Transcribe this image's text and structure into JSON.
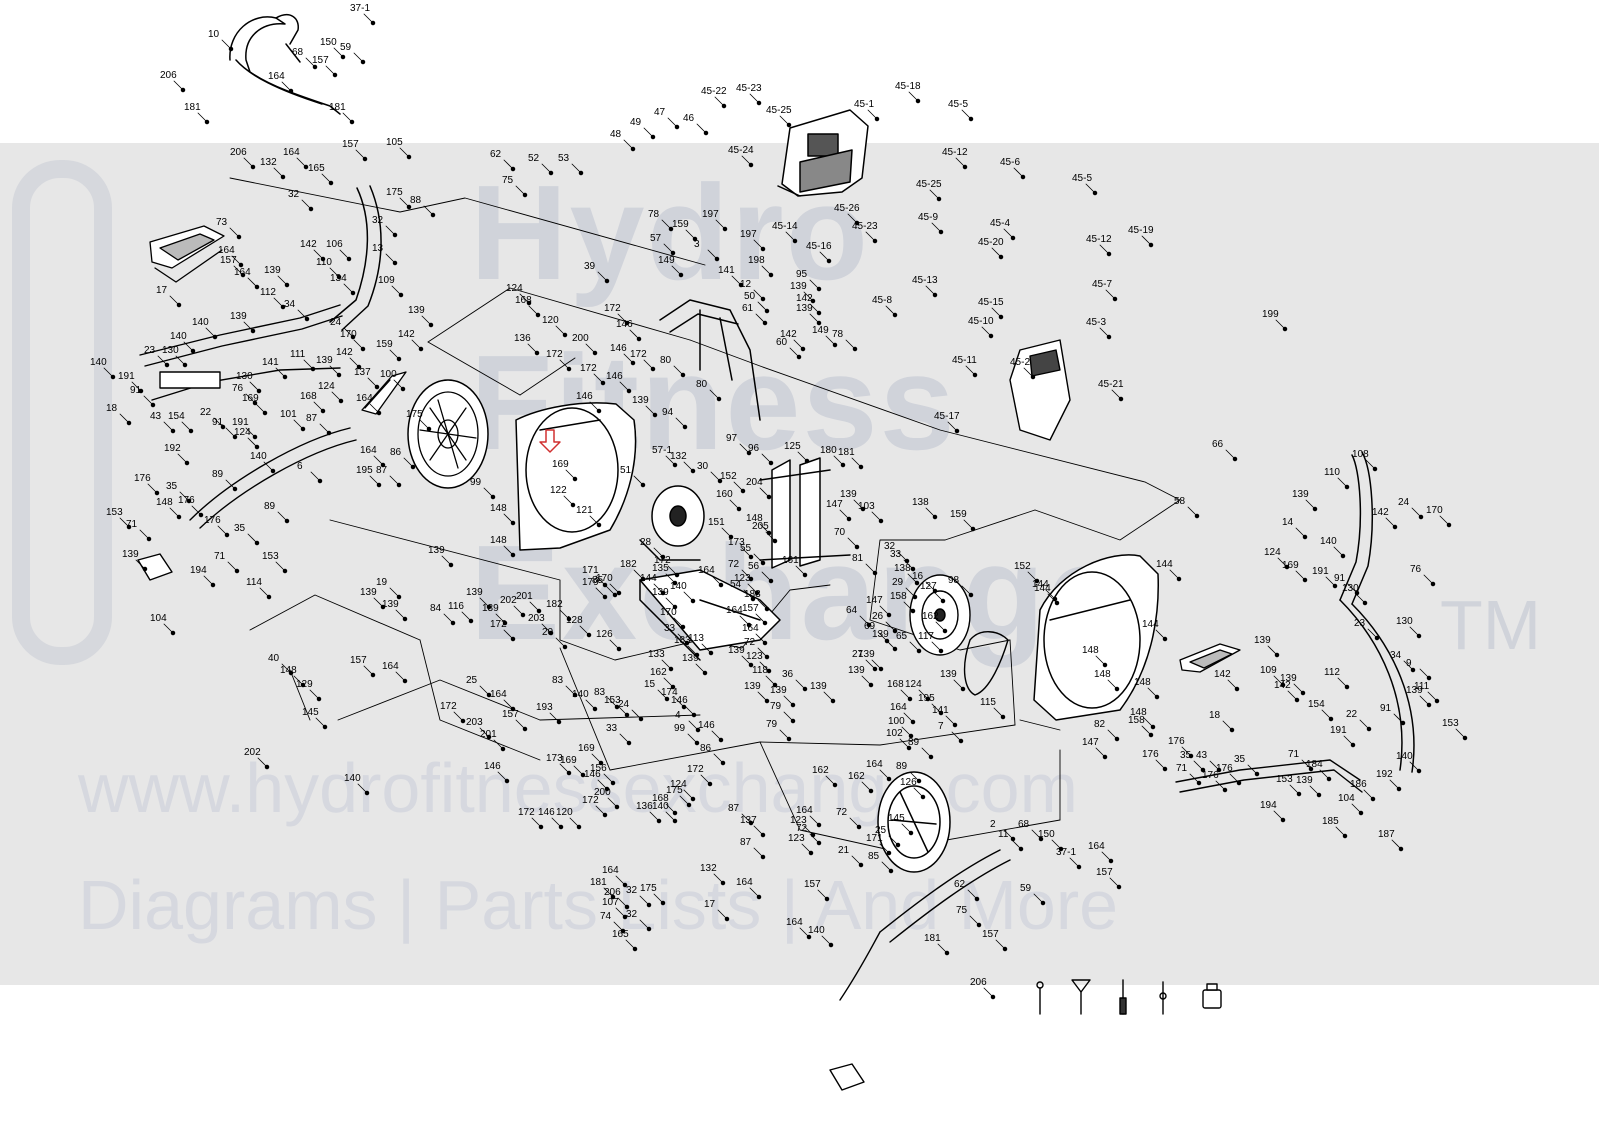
{
  "watermark": {
    "brand_line1": "Hydro",
    "brand_line2": "Fitness",
    "brand_line3": "Exchange",
    "trademark": "TM",
    "url": "www.hydrofitnessexchange.com",
    "tagline": "Diagrams | Parts Lists | And More"
  },
  "part_labels": [
    "37-1",
    "10",
    "68",
    "150",
    "59",
    "157",
    "164",
    "206",
    "181",
    "181",
    "157",
    "206",
    "164",
    "105",
    "132",
    "165",
    "32",
    "175",
    "88",
    "32",
    "106",
    "13",
    "142",
    "73",
    "164",
    "157",
    "164",
    "139",
    "110",
    "134",
    "17",
    "109",
    "112",
    "34",
    "140",
    "140",
    "139",
    "24",
    "139",
    "170",
    "159",
    "142",
    "111",
    "139",
    "142",
    "140",
    "23",
    "130",
    "191",
    "91",
    "141",
    "76",
    "130",
    "137",
    "100",
    "164",
    "124",
    "168",
    "169",
    "18",
    "43",
    "154",
    "22",
    "91",
    "191",
    "124",
    "101",
    "87",
    "175",
    "192",
    "140",
    "164",
    "86",
    "89",
    "87",
    "195",
    "6",
    "89",
    "99",
    "176",
    "35",
    "153",
    "176",
    "71",
    "139",
    "176",
    "35",
    "153",
    "104",
    "194",
    "71",
    "114",
    "148",
    "52",
    "53",
    "62",
    "75",
    "49",
    "48",
    "47",
    "46",
    "45-22",
    "45-23",
    "45-25",
    "45-24",
    "45-1",
    "45-18",
    "45-5",
    "45-12",
    "45-26",
    "45-14",
    "45-16",
    "45-23",
    "45-25",
    "45-9",
    "45-6",
    "45-4",
    "45-5",
    "45-12",
    "45-19",
    "78",
    "57",
    "149",
    "39",
    "159",
    "197",
    "3",
    "197",
    "198",
    "141",
    "45-20",
    "45-13",
    "45-8",
    "45-15",
    "45-10",
    "45-11",
    "45-2",
    "45-7",
    "45-3",
    "45-21",
    "199",
    "45-17",
    "66",
    "58",
    "124",
    "168",
    "120",
    "172",
    "146",
    "136",
    "200",
    "172",
    "146",
    "172",
    "146",
    "146",
    "172",
    "139",
    "94",
    "80",
    "80",
    "12",
    "50",
    "61",
    "60",
    "95",
    "139",
    "142",
    "139",
    "142",
    "149",
    "78",
    "57-1",
    "97",
    "96",
    "125",
    "180",
    "181",
    "132",
    "30",
    "152",
    "204",
    "147",
    "169",
    "51",
    "122",
    "121",
    "148",
    "148",
    "148",
    "55",
    "56",
    "161",
    "151",
    "160",
    "205",
    "173",
    "54",
    "28",
    "140",
    "172",
    "144",
    "139",
    "139",
    "103",
    "138",
    "159",
    "70",
    "32",
    "33",
    "81",
    "138",
    "29",
    "158",
    "16",
    "127",
    "98",
    "152",
    "144",
    "144",
    "144",
    "144",
    "148",
    "148",
    "148",
    "148",
    "82",
    "147",
    "158",
    "147",
    "26",
    "64",
    "69",
    "27",
    "65",
    "139",
    "115",
    "139",
    "139",
    "139",
    "117",
    "162",
    "135",
    "182",
    "170",
    "179",
    "182",
    "170",
    "33",
    "164",
    "72",
    "123",
    "183",
    "157",
    "164",
    "183",
    "139",
    "133",
    "162",
    "164",
    "72",
    "123",
    "118",
    "113",
    "139",
    "139",
    "36",
    "139",
    "79",
    "79",
    "139",
    "126",
    "171",
    "85",
    "19",
    "139",
    "139",
    "139",
    "116",
    "139",
    "139",
    "202",
    "172",
    "201",
    "203",
    "128",
    "20",
    "84",
    "40",
    "148",
    "129",
    "164",
    "157",
    "145",
    "25",
    "164",
    "157",
    "203",
    "201",
    "172",
    "202",
    "140",
    "83",
    "140",
    "83",
    "153",
    "33",
    "193",
    "24",
    "169",
    "173",
    "169",
    "156",
    "15",
    "174",
    "146",
    "4",
    "146",
    "172",
    "146",
    "172",
    "146",
    "120",
    "172",
    "146",
    "200",
    "136",
    "168",
    "124",
    "99",
    "86",
    "175",
    "87",
    "137",
    "87",
    "168",
    "124",
    "164",
    "100",
    "102",
    "195",
    "141",
    "7",
    "89",
    "89",
    "162",
    "164",
    "162",
    "72",
    "164",
    "123",
    "72",
    "123",
    "25",
    "145",
    "21",
    "85",
    "171",
    "126",
    "2",
    "11",
    "68",
    "150",
    "37-1",
    "164",
    "157",
    "59",
    "62",
    "75",
    "157",
    "181",
    "206",
    "164",
    "181",
    "206",
    "32",
    "107",
    "175",
    "74",
    "32",
    "165",
    "132",
    "17",
    "164",
    "157",
    "164",
    "140",
    "140",
    "142",
    "108",
    "110",
    "139",
    "24",
    "170",
    "14",
    "124",
    "169",
    "140",
    "191",
    "91",
    "76",
    "130",
    "130",
    "23",
    "9",
    "112",
    "139",
    "34",
    "111",
    "139",
    "142",
    "109",
    "139",
    "142",
    "18",
    "43",
    "154",
    "22",
    "91",
    "191",
    "192",
    "140",
    "153",
    "176",
    "35",
    "176",
    "71",
    "176",
    "35",
    "176",
    "153",
    "139",
    "194",
    "71",
    "104",
    "184",
    "185",
    "186",
    "187"
  ],
  "accent_colors": {
    "line": "#000000",
    "fill": "#ffffff",
    "shade": "#555555",
    "watermark_band": "#e7e7e7",
    "watermark_text": "#c3c7d3",
    "arrow": "#d03030"
  }
}
